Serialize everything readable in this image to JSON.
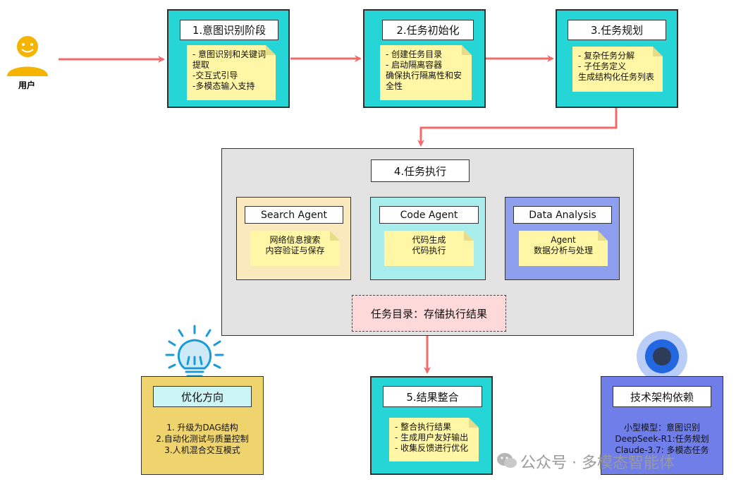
{
  "user": {
    "label": "用户"
  },
  "stages": [
    {
      "title": "1.意图识别阶段",
      "lines": [
        "- 意图识别和关键词",
        "提取",
        "-交互式引导",
        "-多模态输入支持"
      ]
    },
    {
      "title": "2.任务初始化",
      "lines": [
        "- 创建任务目录",
        "- 启动隔离容器",
        "确保执行隔离性和安",
        "全性"
      ]
    },
    {
      "title": "3.任务规划",
      "lines": [
        "- 复杂任务分解",
        "- 子任务定义",
        "生成结构化任务列表"
      ]
    }
  ],
  "execution": {
    "title": "4.任务执行",
    "agents": [
      {
        "name": "Search Agent",
        "lines": [
          "网络信息搜索",
          "内容验证与保存"
        ],
        "color": "#f9e9bd"
      },
      {
        "name": "Code Agent",
        "lines": [
          "代码生成",
          "代码执行"
        ],
        "color": "#a8ecec"
      },
      {
        "name": "Data Analysis",
        "lines": [
          "Agent",
          "数据分析与处理"
        ],
        "color": "#8f9ff0"
      }
    ],
    "storage": "任务目录：存储执行结果"
  },
  "integration": {
    "title": "5.结果整合",
    "lines": [
      "- 整合执行结果",
      "- 生成用户友好输出",
      "- 收集反馈进行优化"
    ]
  },
  "optimization": {
    "title": "优化方向",
    "lines": [
      "1. 升级为DAG结构",
      "2.自动化测试与质量控制",
      "3.人机混合交互模式"
    ]
  },
  "tech": {
    "title": "技术架构依赖",
    "lines": [
      "小型模型：意图识别",
      "DeepSeek-R1:任务规划",
      "Claude-3.7: 多模态任务"
    ]
  },
  "watermark": "公众号 · 多模态智能体",
  "colors": {
    "stage_fill": "#26d6d6",
    "arrow": "#f26b6b",
    "note": "#fff7a6",
    "optimization_fill": "#efd46e",
    "tech_fill": "#6f7ee8",
    "storage_fill": "#fdd9d9"
  }
}
